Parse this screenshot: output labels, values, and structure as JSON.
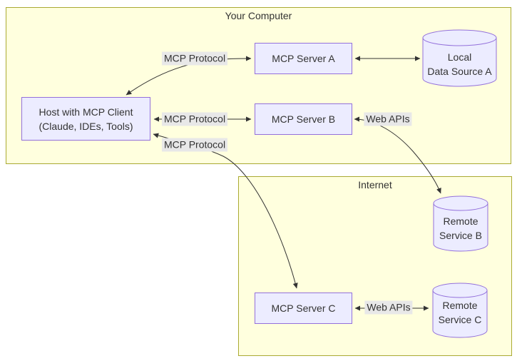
{
  "diagram": {
    "clusters": {
      "your_computer": {
        "label": "Your Computer"
      },
      "internet": {
        "label": "Internet"
      }
    },
    "nodes": {
      "host": {
        "line1": "Host with MCP Client",
        "line2": "(Claude, IDEs, Tools)"
      },
      "server_a": {
        "label": "MCP Server A"
      },
      "server_b": {
        "label": "MCP Server B"
      },
      "server_c": {
        "label": "MCP Server C"
      },
      "local_data_a": {
        "line1": "Local",
        "line2": "Data Source A"
      },
      "remote_b": {
        "line1": "Remote",
        "line2": "Service B"
      },
      "remote_c": {
        "line1": "Remote",
        "line2": "Service C"
      }
    },
    "edge_labels": {
      "mcp_protocol_a": "MCP Protocol",
      "mcp_protocol_b": "MCP Protocol",
      "mcp_protocol_c": "MCP Protocol",
      "web_apis_b": "Web APIs",
      "web_apis_c": "Web APIs"
    },
    "colors": {
      "cluster_fill": "#ffffde",
      "cluster_stroke": "#aaaa33",
      "node_fill": "#ECECFF",
      "node_stroke": "#9370DB",
      "edge_label_bg": "#e8e8e8",
      "line": "#333333",
      "text": "#333333"
    }
  }
}
